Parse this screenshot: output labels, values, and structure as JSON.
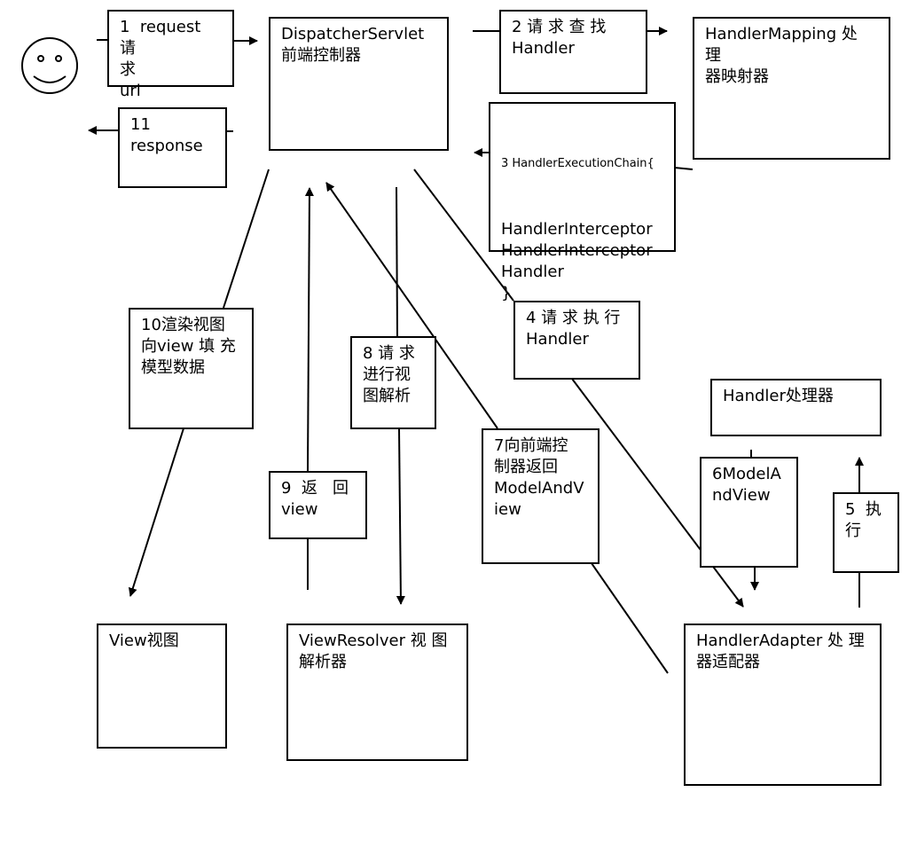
{
  "nodes": {
    "request": "1  request 请\n求\nurl",
    "dispatcher": "DispatcherServlet\n前端控制器",
    "step2": "2 请 求 查 找\nHandler",
    "handler_mapping": "HandlerMapping 处 理\n器映射器",
    "response": "11\nresponse",
    "chain_title": "3 HandlerExecutionChain{",
    "chain_body": "HandlerInterceptor\nHandlerInterceptor\nHandler\n}",
    "step10": "10渲染视图\n向view 填 充\n模型数据",
    "step8": "8 请 求\n进行视\n图解析",
    "step4": "4 请 求 执 行\nHandler",
    "handler": "Handler处理器",
    "step7": "7向前端控\n制器返回\nModelAndV\niew",
    "step6": "6ModelA\nndView",
    "step5": "5  执\n行",
    "step9": "9  返   回\nview",
    "view": "View视图",
    "view_resolver": "ViewResolver 视 图\n解析器",
    "handler_adapter": "HandlerAdapter 处 理\n器适配器"
  }
}
